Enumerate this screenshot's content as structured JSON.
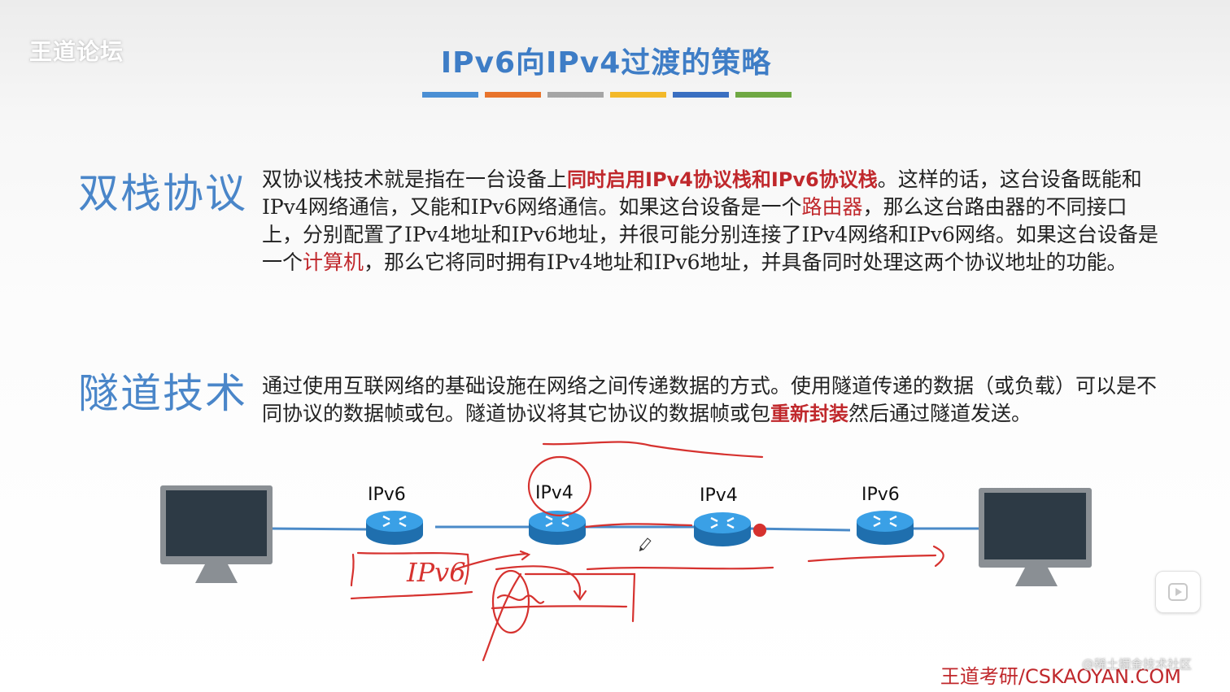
{
  "watermark": "王道论坛",
  "title": "IPv6向IPv4过渡的策略",
  "title_bar_colors": [
    "#4b8fd4",
    "#e8742c",
    "#a5a5a5",
    "#f3b92a",
    "#3a6fc1",
    "#6fa843"
  ],
  "dual_stack": {
    "heading": "双栈协议",
    "seg1": "双协议栈技术就是指在一台设备上",
    "seg2_highlight": "同时启用IPv4协议栈和IPv6协议栈",
    "seg3": "。这样的话，这台设备既能和IPv4网络通信，又能和IPv6网络通信。如果这台设备是一个",
    "seg4_red": "路由器",
    "seg5": "，那么这台路由器的不同接口上，分别配置了IPv4地址和IPv6地址，并很可能分别连接了IPv4网络和IPv6网络。如果这台设备是一个",
    "seg6_red": "计算机",
    "seg7": "，那么它将同时拥有IPv4地址和IPv6地址，并具备同时处理这两个协议地址的功能。"
  },
  "tunneling": {
    "heading": "隧道技术",
    "seg1": "通过使用互联网络的基础设施在网络之间传递数据的方式。使用隧道传递的数据（或负载）可以是不同协议的数据帧或包。隧道协议将其它协议的数据帧或包",
    "seg2_highlight": "重新封装",
    "seg3": "然后通过隧道发送。"
  },
  "diagram": {
    "routers": [
      {
        "label": "IPv6"
      },
      {
        "label": "IPv4"
      },
      {
        "label": "IPv4"
      },
      {
        "label": "IPv6"
      }
    ],
    "annotation_text": "IPv6",
    "colors": {
      "link": "#4a8ac8",
      "router": "#2e8bd0",
      "ink": "#d6322f",
      "monitor": "#8a8f94"
    }
  },
  "footer": {
    "brand": "王道考研/CSKAOYAN.COM",
    "credit": "@稀土掘金技术社区"
  }
}
